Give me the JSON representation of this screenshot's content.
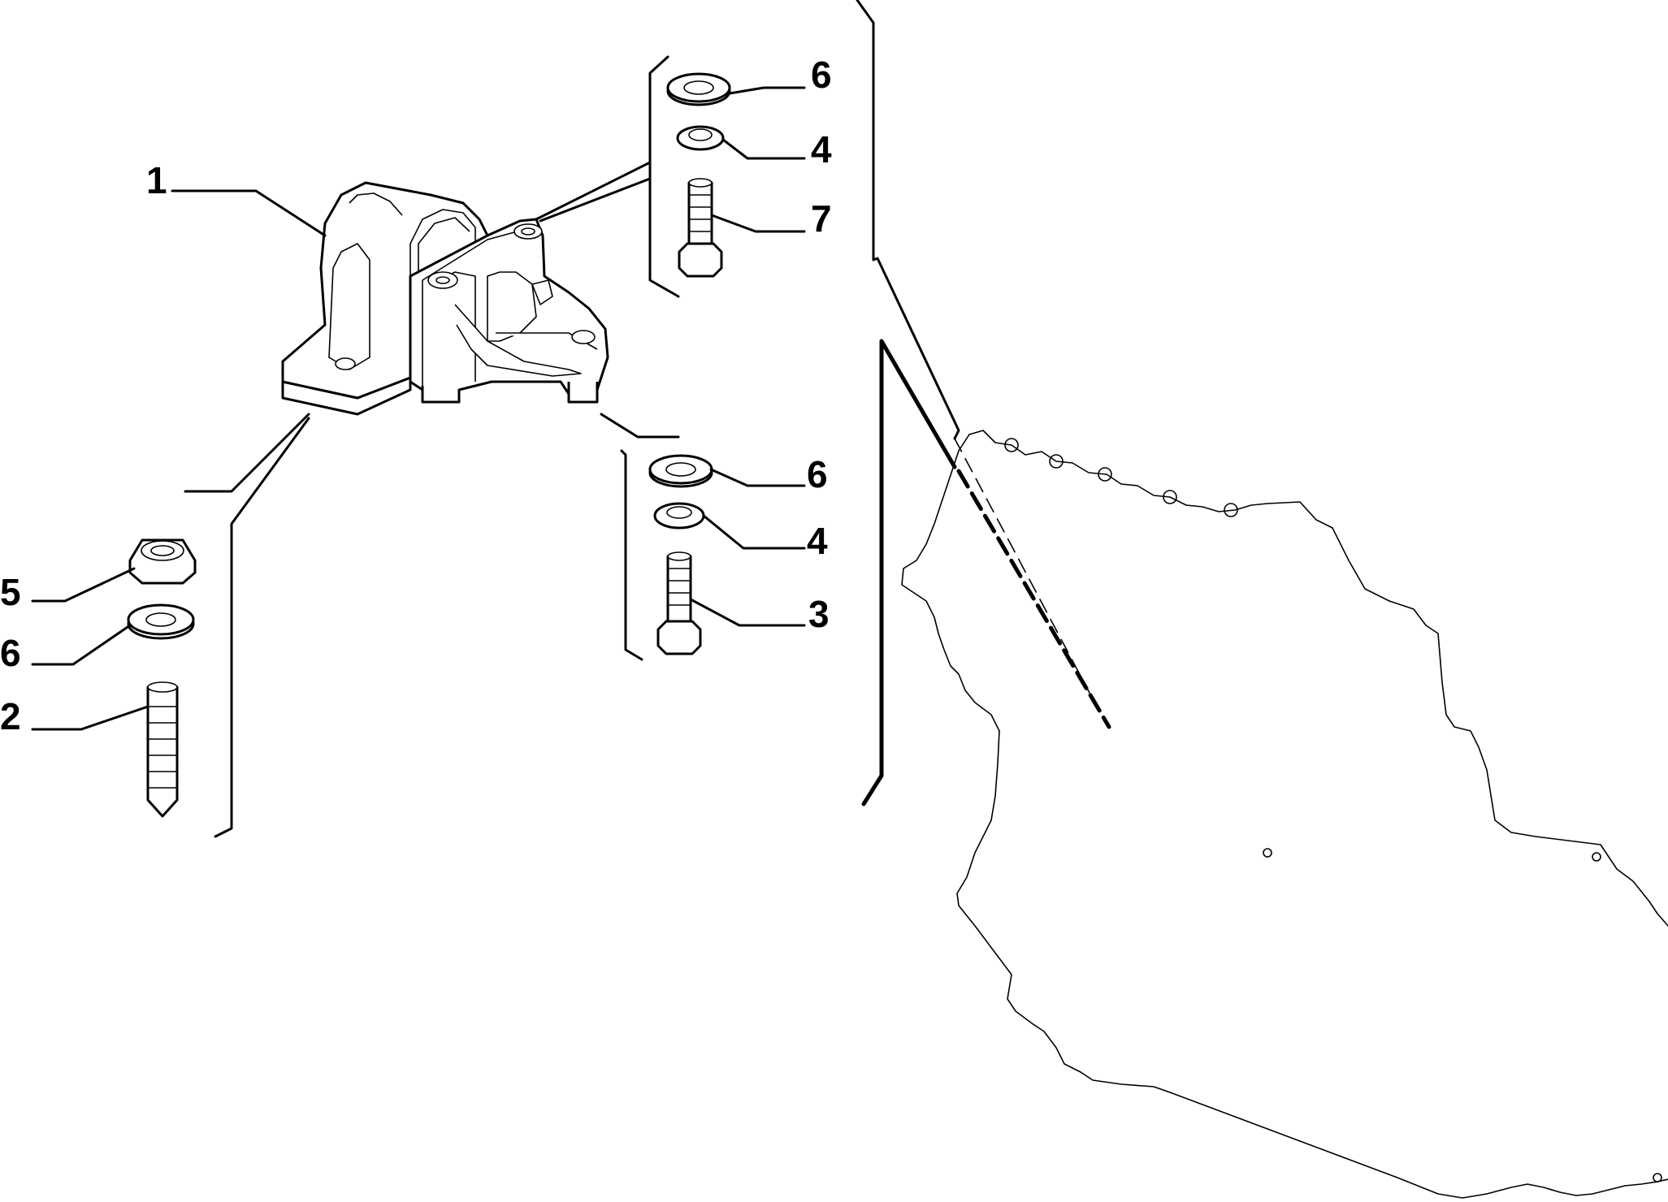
{
  "diagram": {
    "callouts": [
      {
        "id": "c1",
        "label": "1"
      },
      {
        "id": "c6a",
        "label": "6"
      },
      {
        "id": "c4a",
        "label": "4"
      },
      {
        "id": "c7",
        "label": "7"
      },
      {
        "id": "c6b",
        "label": "6"
      },
      {
        "id": "c4b",
        "label": "4"
      },
      {
        "id": "c3",
        "label": "3"
      },
      {
        "id": "c5",
        "label": "5"
      },
      {
        "id": "c6c",
        "label": "6"
      },
      {
        "id": "c2",
        "label": "2"
      }
    ]
  }
}
